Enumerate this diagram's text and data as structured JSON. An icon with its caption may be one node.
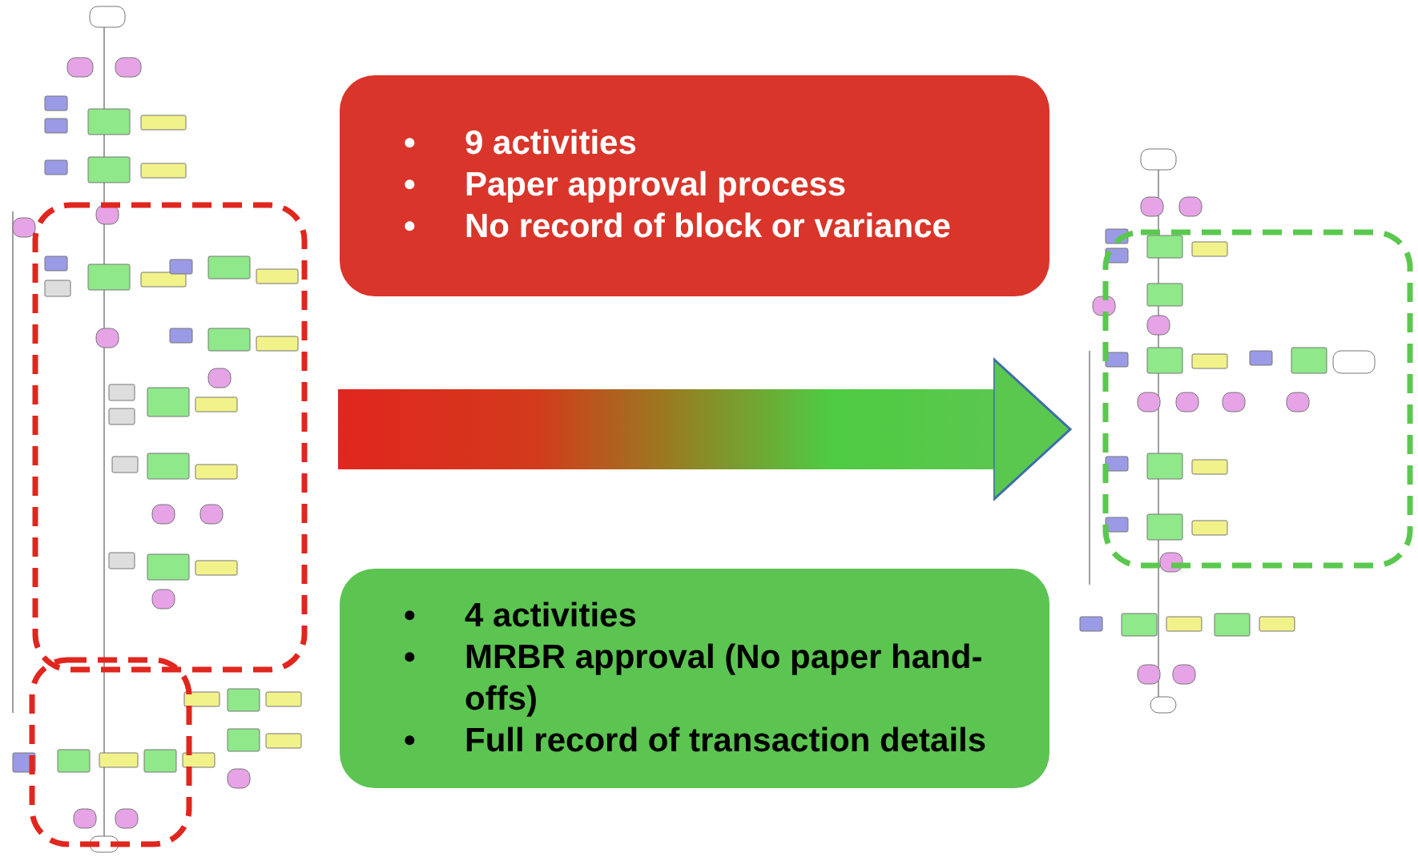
{
  "diagram": {
    "nodes": [
      {
        "text": [],
        "shape": "picture"
      },
      {
        "text": [],
        "shape": "picture"
      },
      {
        "text": [
          "9 activities",
          "Paper approval process",
          "No record of block or variance"
        ]
      },
      {
        "text": [
          "4 activities",
          "MRBR approval (No paper hand-offs)",
          "Full record of transaction details"
        ]
      }
    ],
    "labels": [
      "•",
      "•",
      "•",
      "•",
      "•",
      "•"
    ],
    "edges": [
      {
        "from": 0,
        "to": 1,
        "arrow": "to",
        "style": "thick"
      }
    ]
  }
}
